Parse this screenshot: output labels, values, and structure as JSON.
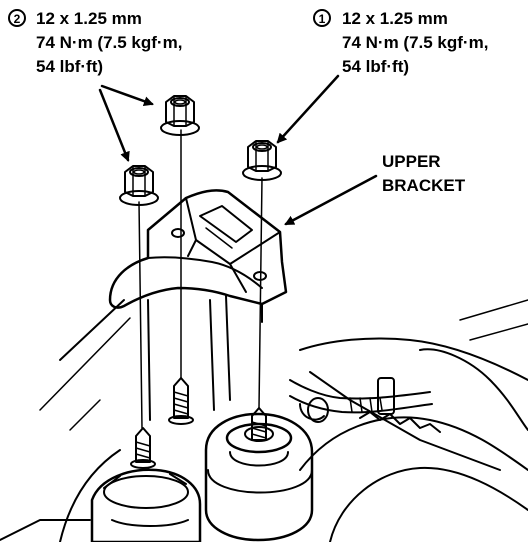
{
  "callouts": {
    "left": {
      "number": "2",
      "lines": [
        "12 x 1.25 mm",
        "74 N·m (7.5 kgf·m,",
        "54 lbf·ft)"
      ]
    },
    "right": {
      "number": "1",
      "lines": [
        "12 x 1.25 mm",
        "74 N·m (7.5 kgf·m,",
        "54 lbf·ft)"
      ]
    },
    "bracket": {
      "lines": [
        "UPPER",
        "BRACKET"
      ]
    }
  }
}
